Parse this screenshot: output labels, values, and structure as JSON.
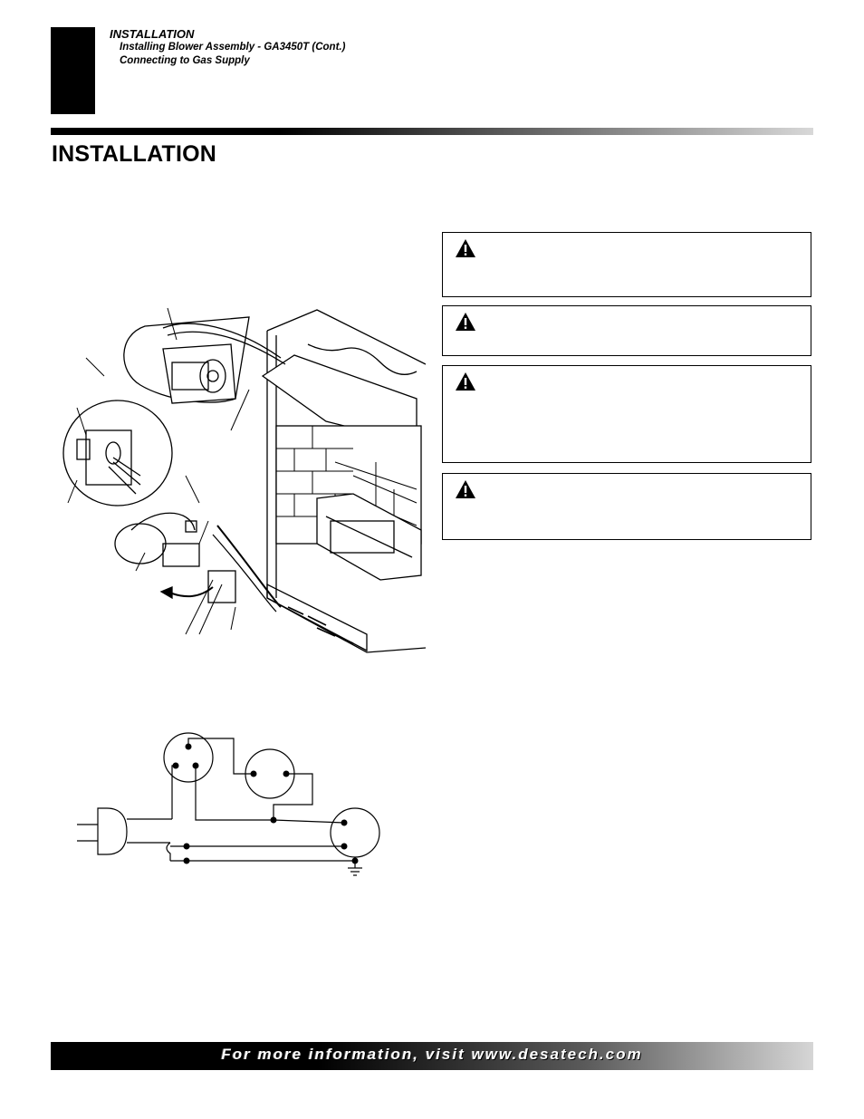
{
  "header": {
    "section": "INSTALLATION",
    "subsections": [
      "Installing Blower Assembly - GA3450T (Cont.)",
      "Connecting to Gas Supply"
    ]
  },
  "page_title": "INSTALLATION",
  "warning_icon": "warning-triangle-icon",
  "footer": {
    "text": "For more information, visit www.desatech.com"
  }
}
